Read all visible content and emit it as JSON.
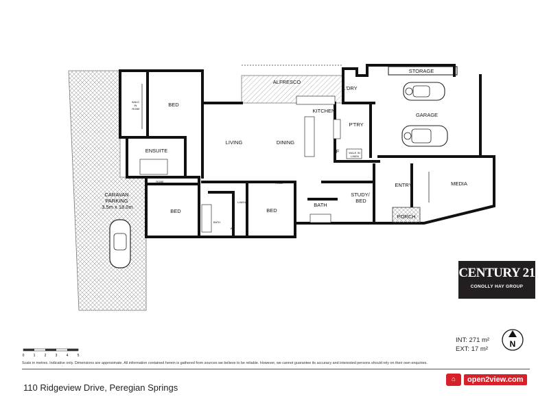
{
  "rooms": {
    "storage": "STORAGE",
    "alfresco": "ALFRESCO",
    "ldry": "L'DRY",
    "garage": "GARAGE",
    "kitchen": "KITCHEN",
    "ptry": "P'TRY",
    "living": "LIVING",
    "dining": "DINING",
    "walk_in_robe": [
      "WALK",
      "IN",
      "ROBE"
    ],
    "bed_master": "BED",
    "ensuite": "ENSUITE",
    "robe_1": "ROBE",
    "robe_2": "ROBE",
    "bed_2": "BED",
    "bed_3": "BED",
    "bath_small": "BATH",
    "bath": "BATH",
    "wc": "WC",
    "linen": "LINEN",
    "walk_in_linen": [
      "WALK IN",
      "LINEN"
    ],
    "study_bed": [
      "STUDY/",
      "BED"
    ],
    "entry": "ENTRY",
    "porch": "PORCH",
    "media": "MEDIA",
    "caravan_parking": [
      "CARAVAN",
      "PARKING",
      "3.5m x 18.0m"
    ],
    "fridge_1": "F",
    "fridge_2": "F"
  },
  "scale_bar": {
    "ticks": [
      "0",
      "1",
      "2",
      "3",
      "4",
      "5"
    ]
  },
  "areas": {
    "internal": "INT: 271 m²",
    "external": "EXT: 17 m²"
  },
  "compass_letter": "N",
  "agency": {
    "brand": "CENTURY 21",
    "group": "CONOLLY HAY GROUP"
  },
  "disclaimer": "Scale in metres. Indicative only. Dimensions are approximate. All information contained herein is gathered from sources we believe to be reliable. However, we cannot guarantee its accuracy and interested persons should rely on their own enquiries.",
  "address": "110 Ridgeview Drive, Peregian Springs",
  "portal": {
    "icon": "house-icon",
    "name": "open2view.com"
  },
  "colors": {
    "wall": "#111111",
    "hatch": "#9a9a9a",
    "logo_bg": "#231f20",
    "portal_red": "#d6202a"
  }
}
